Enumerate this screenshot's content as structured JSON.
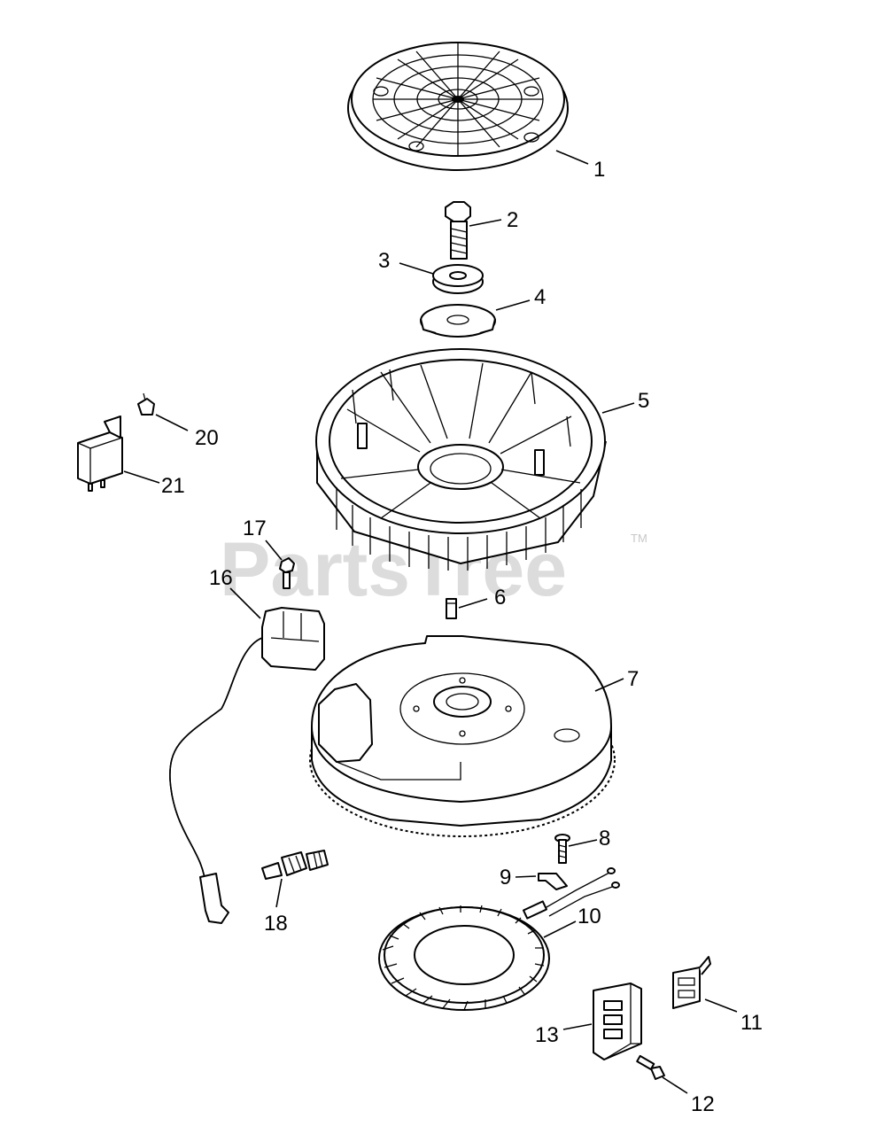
{
  "watermark": {
    "text": "PartsTree",
    "tm": "TM"
  },
  "labels": [
    "1",
    "2",
    "3",
    "4",
    "5",
    "6",
    "7",
    "8",
    "9",
    "10",
    "11",
    "12",
    "13",
    "16",
    "17",
    "18",
    "20",
    "21"
  ],
  "parts": [
    "screen",
    "bolt",
    "washer",
    "plate",
    "fan",
    "key",
    "flywheel",
    "screw",
    "clamp",
    "stator",
    "rectifier-bracket",
    "rectifier-screw",
    "regulator",
    "ignition-module",
    "module-screw",
    "spark-plug",
    "relay-clip",
    "relay"
  ]
}
